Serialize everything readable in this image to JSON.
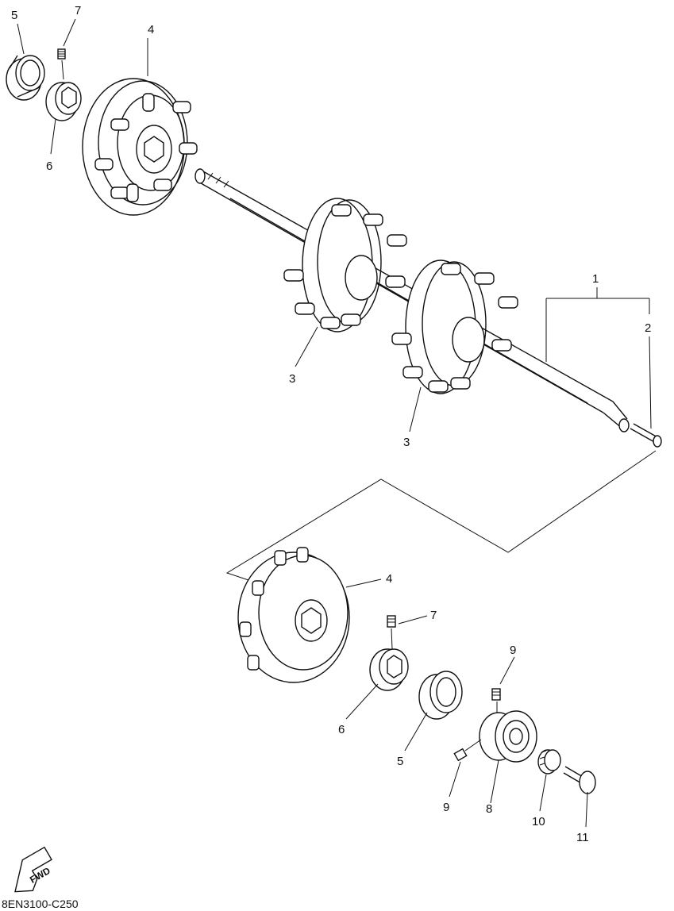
{
  "diagram": {
    "drawing_code": "8EN3100-C250",
    "fwd_label": "FWD",
    "callouts": [
      {
        "id": "c5a",
        "text": "5"
      },
      {
        "id": "c7a",
        "text": "7"
      },
      {
        "id": "c4a",
        "text": "4"
      },
      {
        "id": "c6a",
        "text": "6"
      },
      {
        "id": "c1",
        "text": "1"
      },
      {
        "id": "c2",
        "text": "2"
      },
      {
        "id": "c3a",
        "text": "3"
      },
      {
        "id": "c3b",
        "text": "3"
      },
      {
        "id": "c4b",
        "text": "4"
      },
      {
        "id": "c7b",
        "text": "7"
      },
      {
        "id": "c9a",
        "text": "9"
      },
      {
        "id": "c6b",
        "text": "6"
      },
      {
        "id": "c5b",
        "text": "5"
      },
      {
        "id": "c9b",
        "text": "9"
      },
      {
        "id": "c8",
        "text": "8"
      },
      {
        "id": "c10",
        "text": "10"
      },
      {
        "id": "c11",
        "text": "11"
      }
    ]
  }
}
